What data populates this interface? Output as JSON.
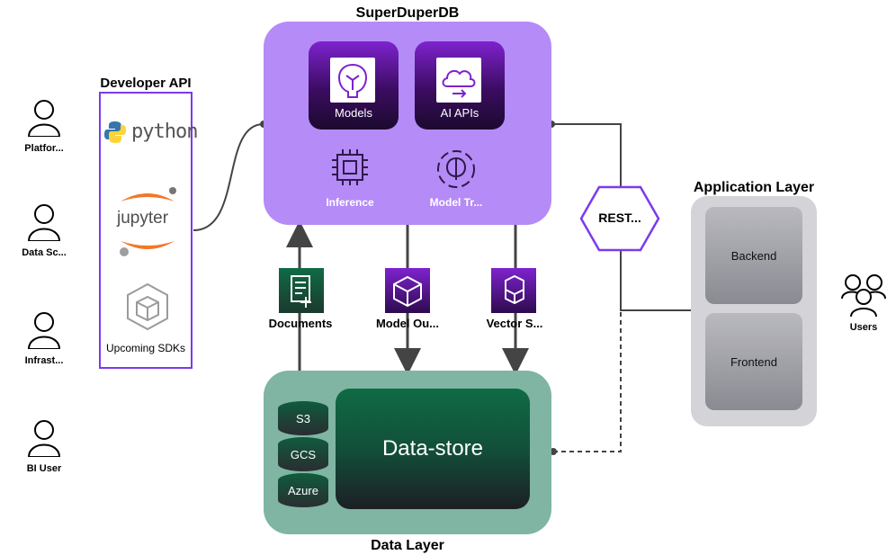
{
  "personas": [
    {
      "label": "Platfor..."
    },
    {
      "label": "Data Sc..."
    },
    {
      "label": "Infrast..."
    },
    {
      "label": "BI User"
    }
  ],
  "developer_api": {
    "title": "Developer API",
    "python": "python",
    "jupyter": "jupyter",
    "upcoming": "Upcoming SDKs"
  },
  "superduperdb": {
    "title": "SuperDuperDB",
    "models": "Models",
    "ai_apis": "AI APIs",
    "inference": "Inference",
    "model_training": "Model Tr..."
  },
  "flows": {
    "documents": "Documents",
    "model_outputs": "Model Ou...",
    "vector_search": "Vector S..."
  },
  "rest": "REST...",
  "application_layer": {
    "title": "Application Layer",
    "backend": "Backend",
    "frontend": "Frontend"
  },
  "users": "Users",
  "data_layer": {
    "title": "Data Layer",
    "s3": "S3",
    "gcs": "GCS",
    "azure": "Azure",
    "datastore": "Data-store"
  },
  "colors": {
    "superduperdb_bg": "#b58bf7",
    "dev_border": "#7c3aed",
    "data_layer_bg": "#7fb5a2",
    "app_layer_bg": "#d3d3d8"
  }
}
